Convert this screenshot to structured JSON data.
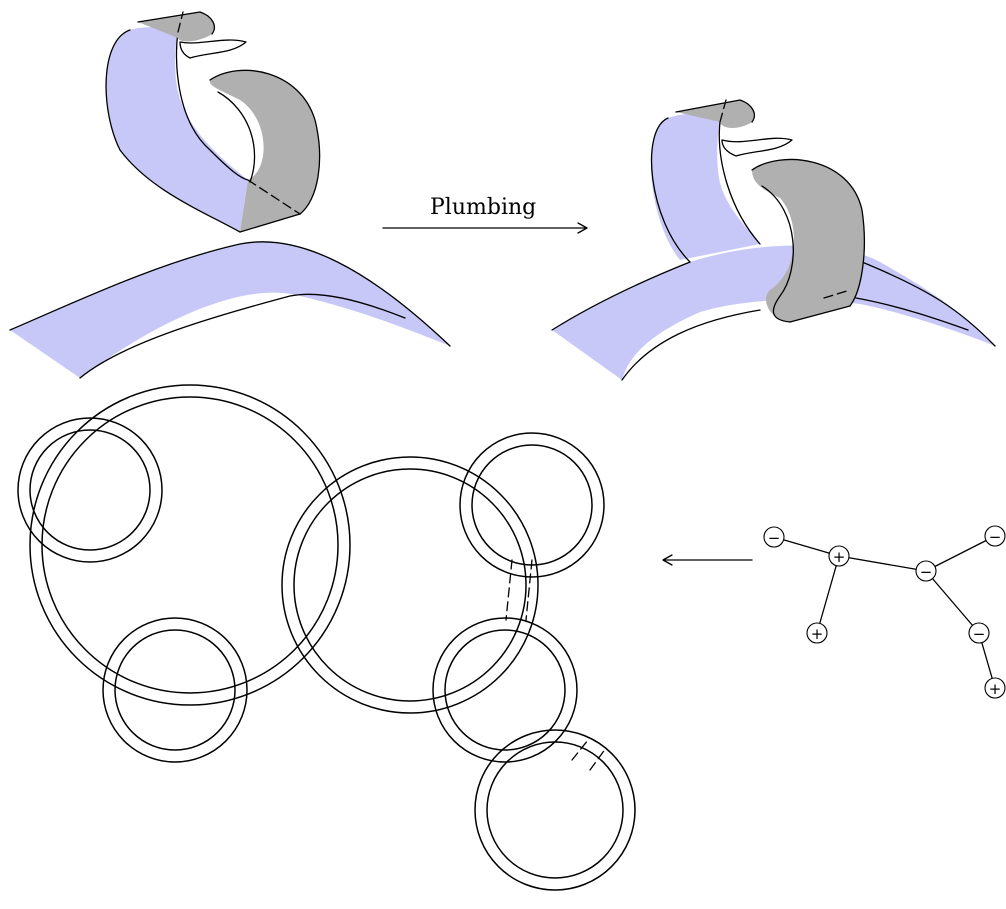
{
  "plumbing_label": "Plumbing",
  "colors": {
    "band_blue": "#c8c8f8",
    "band_gray": "#b0b0b0",
    "stroke": "#000000",
    "background": "#ffffff"
  },
  "plumbing_graph": {
    "nodes": [
      {
        "id": "n1",
        "sign": "−"
      },
      {
        "id": "n2",
        "sign": "+"
      },
      {
        "id": "n3",
        "sign": "+"
      },
      {
        "id": "n4",
        "sign": "−"
      },
      {
        "id": "n5",
        "sign": "−"
      },
      {
        "id": "n6",
        "sign": "−"
      },
      {
        "id": "n7",
        "sign": "+"
      }
    ],
    "edges": [
      [
        "n1",
        "n2"
      ],
      [
        "n2",
        "n3"
      ],
      [
        "n2",
        "n4"
      ],
      [
        "n4",
        "n5"
      ],
      [
        "n4",
        "n6"
      ],
      [
        "n6",
        "n7"
      ]
    ]
  }
}
